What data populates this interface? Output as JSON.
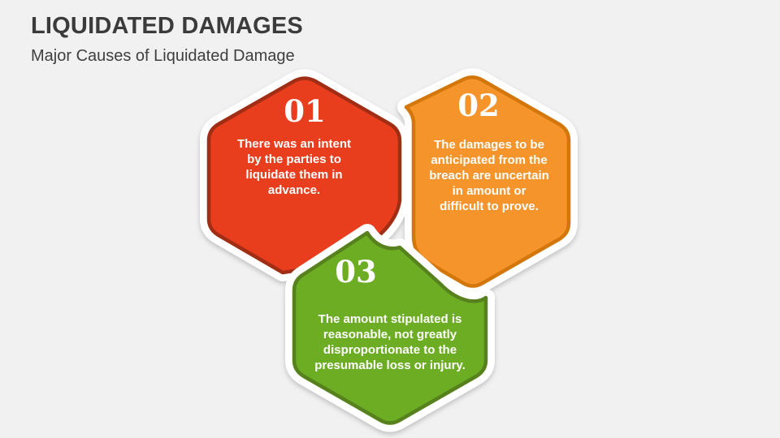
{
  "slide": {
    "title": "LIQUIDATED DAMAGES",
    "subtitle": "Major Causes of Liquidated Damage",
    "background": "#f1f1f2"
  },
  "hexagons": [
    {
      "number": "01",
      "text": "There was an intent\nby the parties to\nliquidate them in\nadvance.",
      "fill": "#e83e1e",
      "border": "#a12d14",
      "text_color": "#ffffff"
    },
    {
      "number": "02",
      "text": "The damages to be\nanticipated from the\nbreach are uncertain\nin amount or\ndifficult to prove.",
      "fill": "#f6942c",
      "border": "#d4770a",
      "text_color": "#ffffff"
    },
    {
      "number": "03",
      "text": "The amount stipulated is\nreasonable, not greatly\ndisproportionate to the\npresumable loss or injury.",
      "fill": "#6cad24",
      "border": "#56811d",
      "text_color": "#ffffff"
    }
  ]
}
